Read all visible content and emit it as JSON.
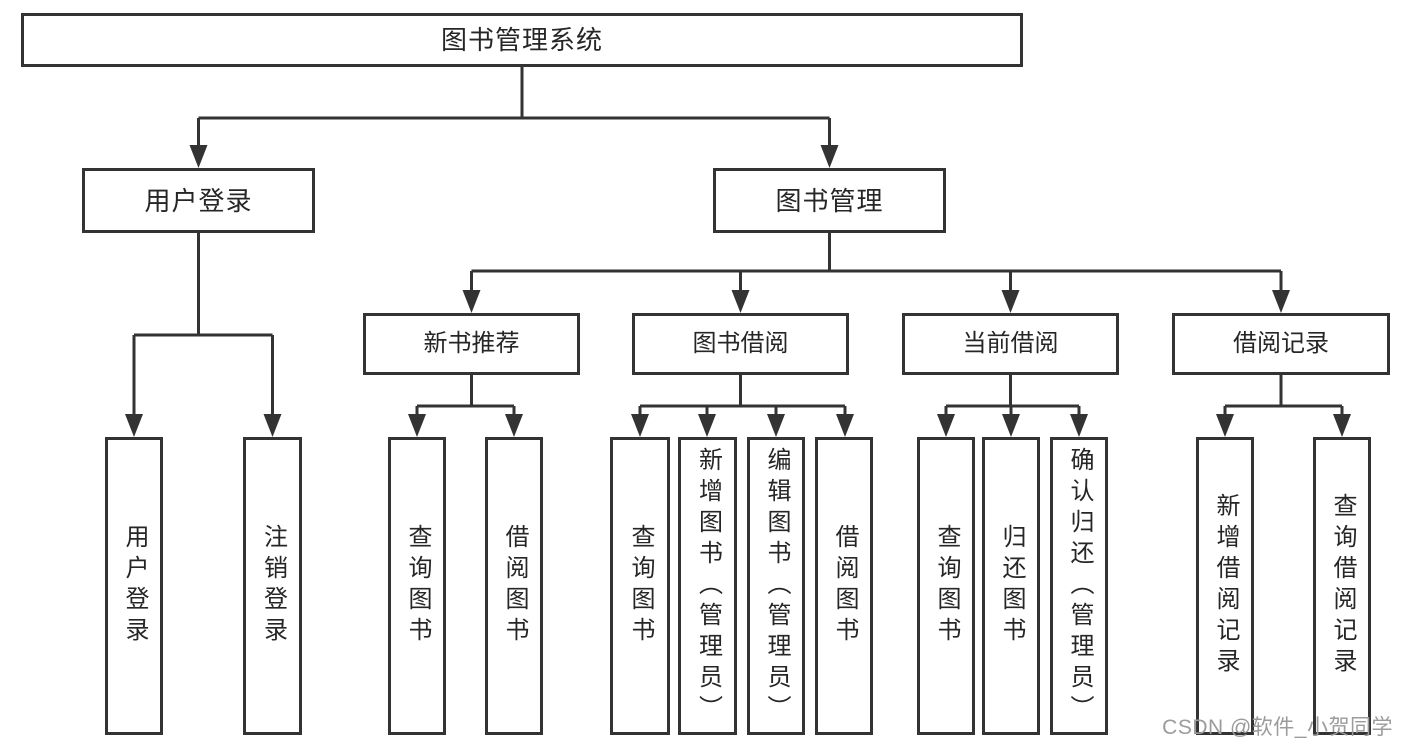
{
  "colors": {
    "line": "#333333",
    "text": "#262626",
    "bg": "#ffffff",
    "watermark": "#9b9b9b"
  },
  "diagram": {
    "root": "图书管理系统",
    "groups": [
      {
        "label": "用户登录",
        "children": [
          "用户登录",
          "注销登录"
        ]
      },
      {
        "label": "图书管理",
        "subgroups": [
          {
            "label": "新书推荐",
            "children": [
              "查询图书",
              "借阅图书"
            ]
          },
          {
            "label": "图书借阅",
            "children": [
              "查询图书",
              "新增图书（管理员）",
              "编辑图书（管理员）",
              "借阅图书"
            ]
          },
          {
            "label": "当前借阅",
            "children": [
              "查询图书",
              "归还图书",
              "确认归还（管理员）"
            ]
          },
          {
            "label": "借阅记录",
            "children": [
              "新增借阅记录",
              "查询借阅记录"
            ]
          }
        ]
      }
    ]
  },
  "watermark": {
    "text": "CSDN @软件_小贺同学"
  }
}
